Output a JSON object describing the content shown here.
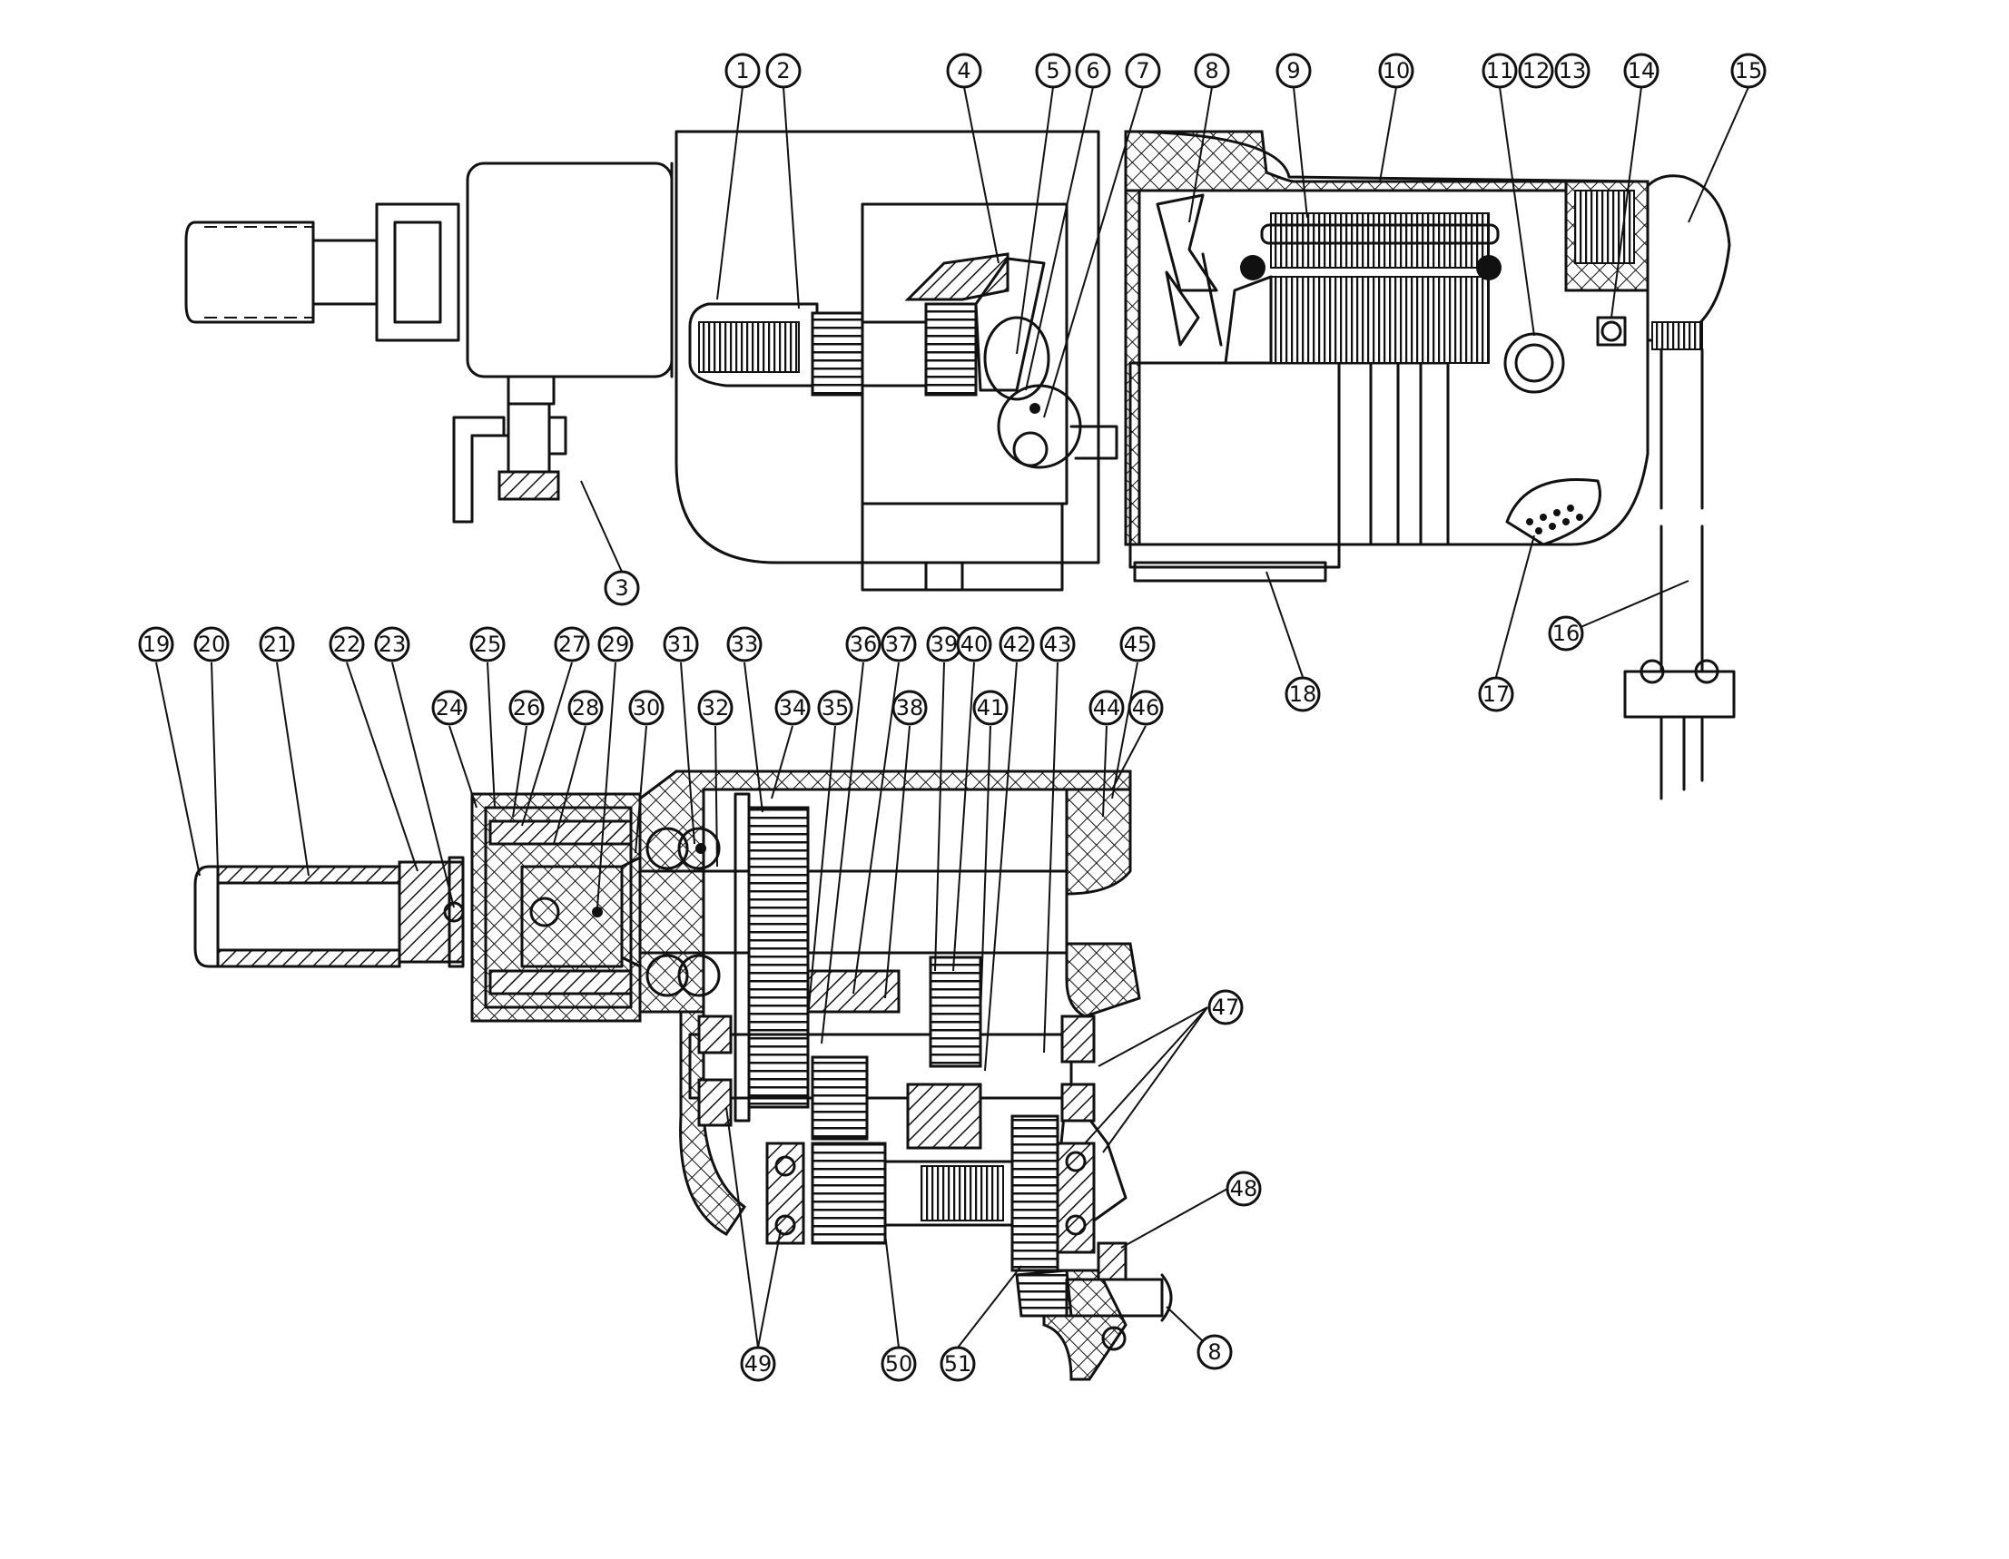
{
  "diagram": {
    "callouts_upper": [
      "1",
      "2",
      "3",
      "4",
      "5",
      "6",
      "7",
      "8",
      "9",
      "10",
      "11",
      "12",
      "13",
      "14",
      "15",
      "16",
      "17",
      "18"
    ],
    "callouts_lower": [
      "19",
      "20",
      "21",
      "22",
      "23",
      "24",
      "25",
      "26",
      "27",
      "28",
      "29",
      "30",
      "31",
      "32",
      "33",
      "34",
      "35",
      "36",
      "37",
      "38",
      "39",
      "40",
      "41",
      "42",
      "43",
      "44",
      "45",
      "46",
      "47",
      "48",
      "49",
      "50",
      "51",
      "8"
    ]
  }
}
